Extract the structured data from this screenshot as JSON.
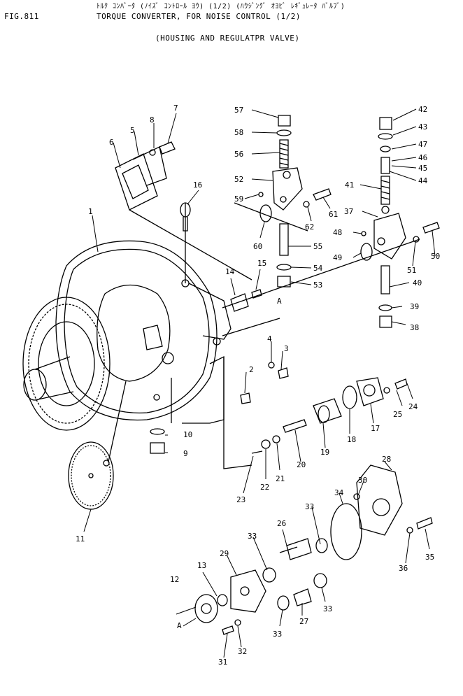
{
  "header": {
    "figure_no": "FIG.811",
    "title_japanese": "ﾄﾙｸ ｺﾝﾊﾞｰﾀ (ﾉｲｽﾞ ｺﾝﾄﾛｰﾙ ﾖｳ) (1/2) (ﾊｳｼﾞﾝｸﾞ ｵﾖﾋﾞ ﾚｷﾞｭﾚｰﾀ ﾊﾞﾙﾌﾞ)",
    "title_english": "TORQUE CONVERTER, FOR NOISE CONTROL (1/2)",
    "subtitle": "(HOUSING AND REGULATPR VALVE)"
  },
  "callouts": [
    "1",
    "2",
    "3",
    "4",
    "5",
    "6",
    "7",
    "8",
    "9",
    "10",
    "11",
    "12",
    "13",
    "14",
    "15",
    "16",
    "17",
    "18",
    "19",
    "20",
    "21",
    "22",
    "23",
    "24",
    "25",
    "26",
    "27",
    "28",
    "29",
    "30",
    "31",
    "32",
    "33",
    "33",
    "33",
    "33",
    "34",
    "35",
    "36",
    "37",
    "38",
    "39",
    "40",
    "41",
    "42",
    "43",
    "44",
    "45",
    "46",
    "47",
    "48",
    "49",
    "50",
    "51",
    "52",
    "53",
    "54",
    "55",
    "56",
    "57",
    "58",
    "59",
    "60",
    "61",
    "62"
  ],
  "reference_marks": [
    "A",
    "A"
  ]
}
